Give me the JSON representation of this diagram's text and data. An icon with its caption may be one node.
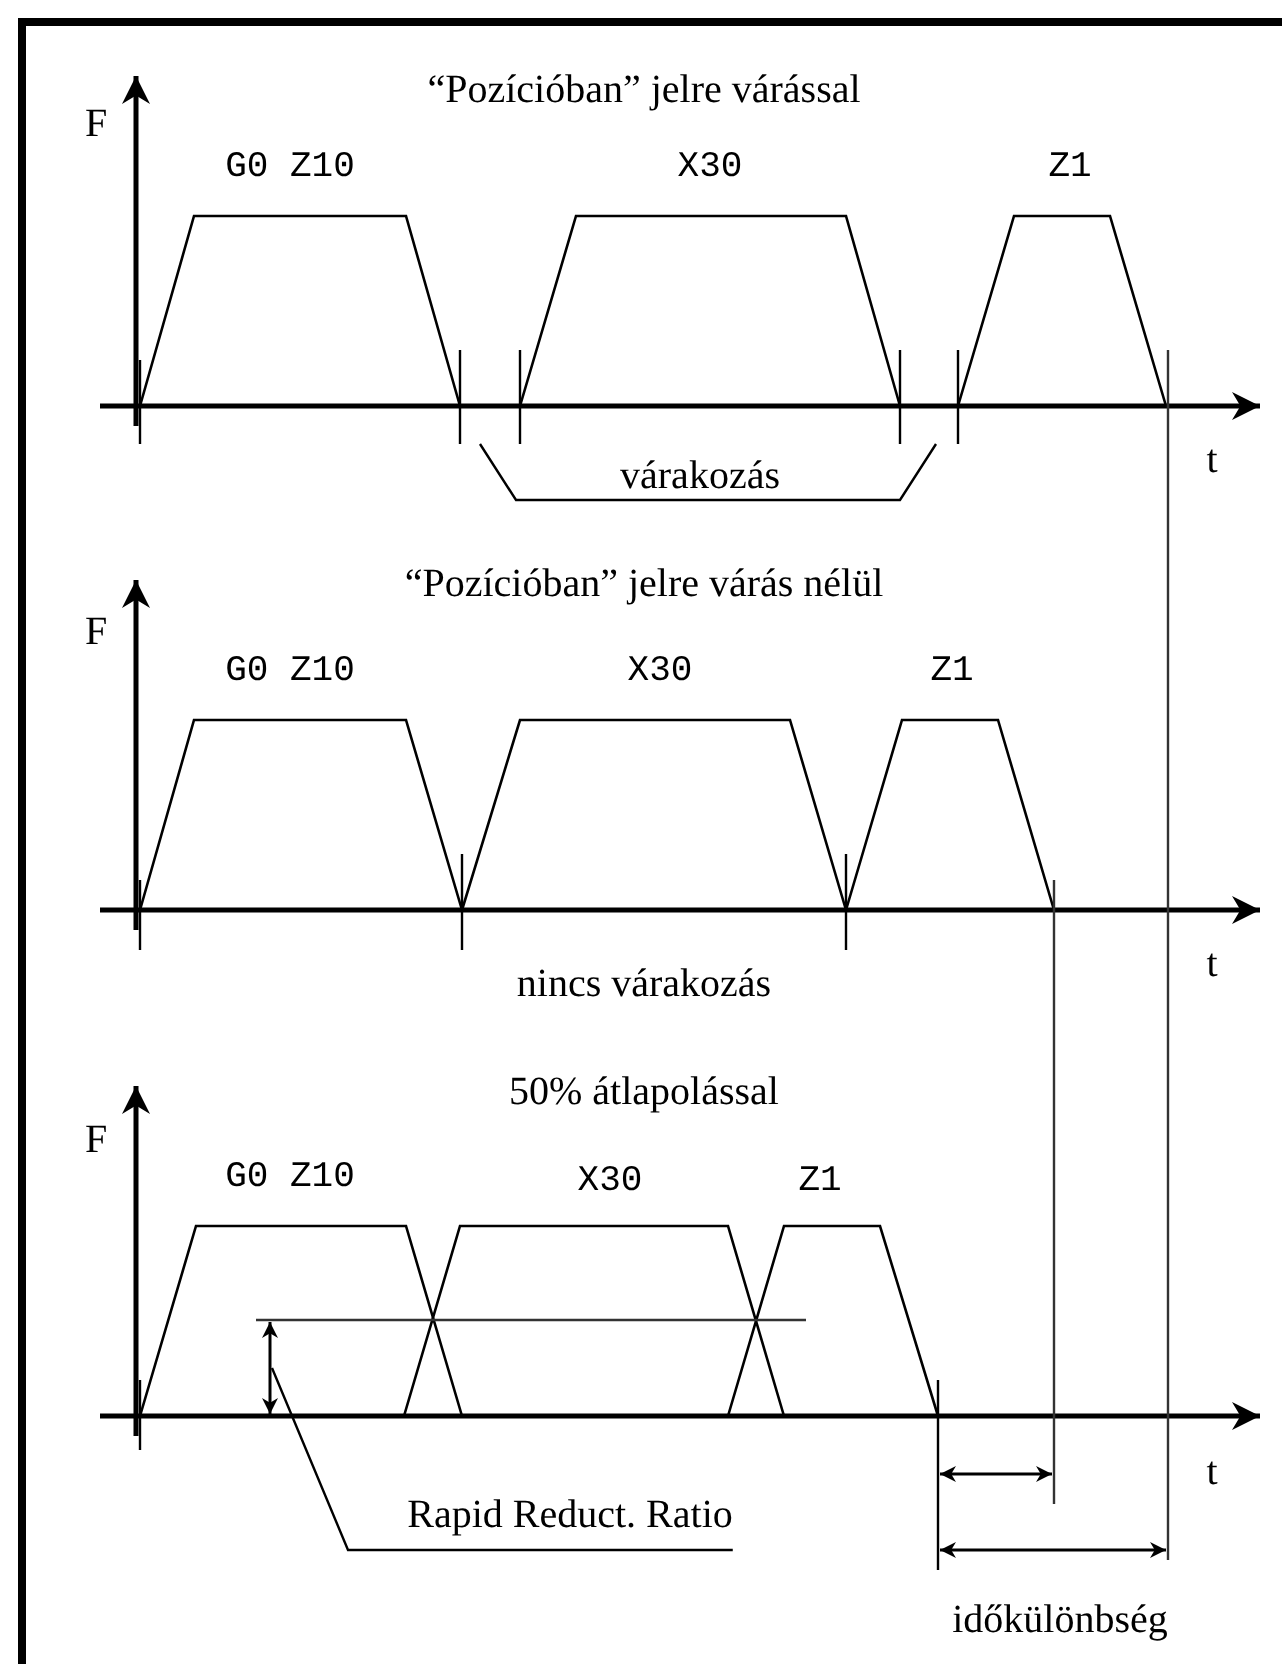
{
  "diagram": {
    "nodes": [
      {
        "text": [],
        "shape": "arrow"
      },
      {
        "text": [
          "Rapid Reduct. Ratio"
        ]
      }
    ],
    "edges": [
      {
        "from": 1,
        "to": 0,
        "arrow": "none"
      }
    ],
    "labels": [
      "“Pozícióban” jelre várással",
      "F",
      "G0 Z10",
      "X30",
      "Z1",
      "t",
      "várakozás",
      "“Pozícióban” jelre várás nélül",
      "F",
      "G0 Z10",
      "X30",
      "Z1",
      "t",
      "nincs várakozás",
      "50% átlapolással",
      "F",
      "G0 Z10",
      "X30",
      "Z1",
      "t",
      "időkülönbség"
    ]
  }
}
